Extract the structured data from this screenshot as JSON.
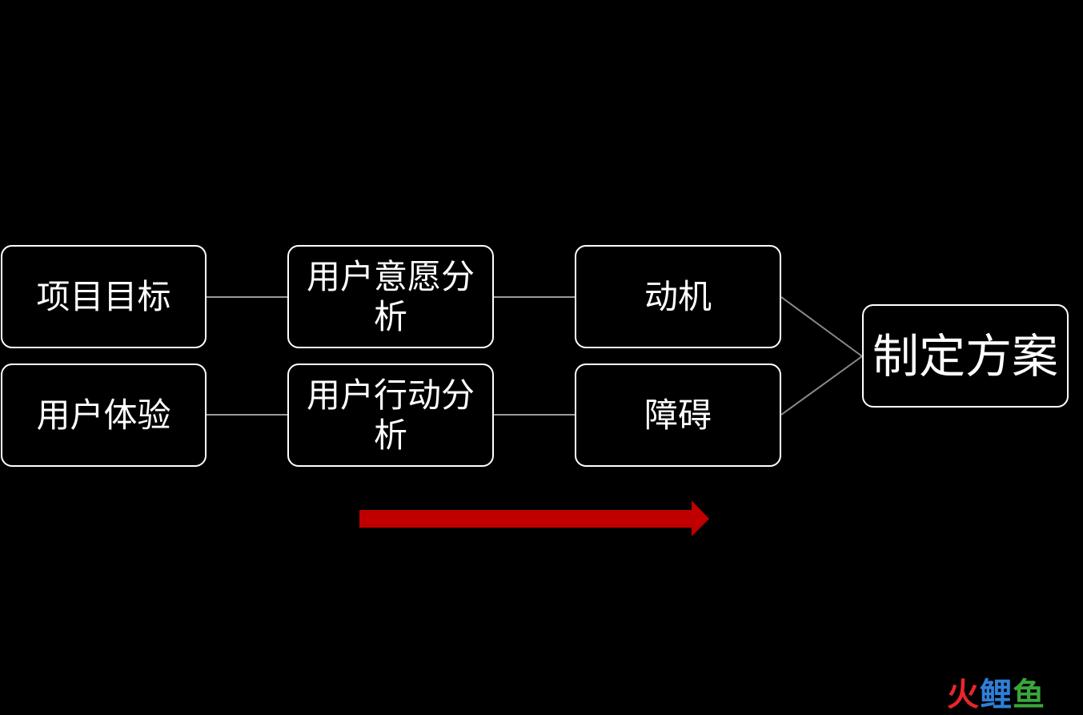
{
  "nodes": {
    "project_goal": "项目目标",
    "user_experience": "用户体验",
    "user_will_analysis": "用户意愿分析",
    "user_action_analysis": "用户行动分析",
    "motive": "动机",
    "barrier": "障碍",
    "make_plan": "制定方案"
  },
  "watermark": {
    "char1": "火",
    "char2": "鲤",
    "char3": "鱼",
    "colors": [
      "#e8262b",
      "#2e7fd8",
      "#3aa63a"
    ]
  },
  "colors": {
    "background": "#000000",
    "box_border": "#ffffff",
    "connector": "#9a9a9a",
    "arrow": "#c00000"
  }
}
